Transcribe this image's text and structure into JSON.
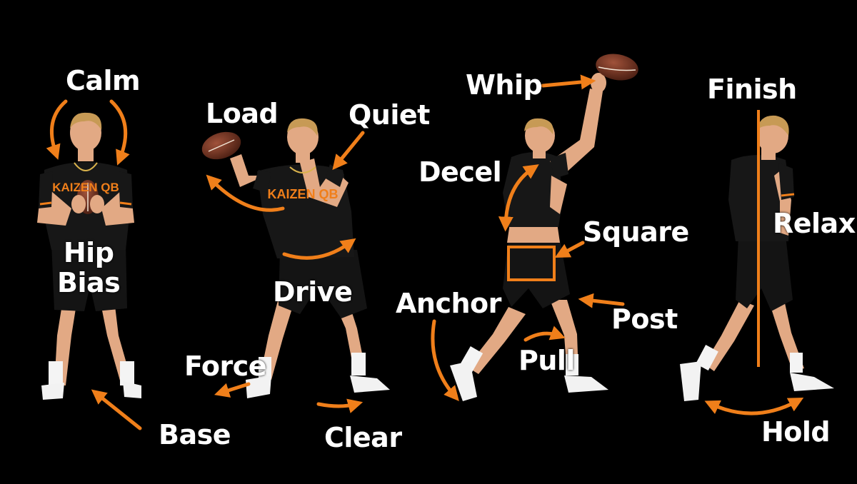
{
  "colors": {
    "accent": "#f07f1a",
    "background": "#000000",
    "label": "#ffffff",
    "shirt": "#171717",
    "skin": "#e2a984",
    "hair": "#c79a55"
  },
  "figures": [
    {
      "phase": "stance",
      "shirt_text": "KAIZEN QB"
    },
    {
      "phase": "load",
      "shirt_text": "KAIZEN QB"
    },
    {
      "phase": "release",
      "shirt_text": ""
    },
    {
      "phase": "finish",
      "shirt_text": ""
    }
  ],
  "labels": {
    "calm": "Calm",
    "hip_bias_1": "Hip",
    "hip_bias_2": "Bias",
    "base": "Base",
    "load": "Load",
    "quiet": "Quiet",
    "drive": "Drive",
    "force": "Force",
    "clear": "Clear",
    "whip": "Whip",
    "decel": "Decel",
    "square": "Square",
    "anchor": "Anchor",
    "post": "Post",
    "pull": "Pull",
    "finish": "Finish",
    "relax": "Relax",
    "hold": "Hold"
  },
  "icons": [
    "football-icon",
    "curved-arrow-icon",
    "straight-arrow-icon",
    "square-box-icon",
    "vertical-line-icon"
  ]
}
